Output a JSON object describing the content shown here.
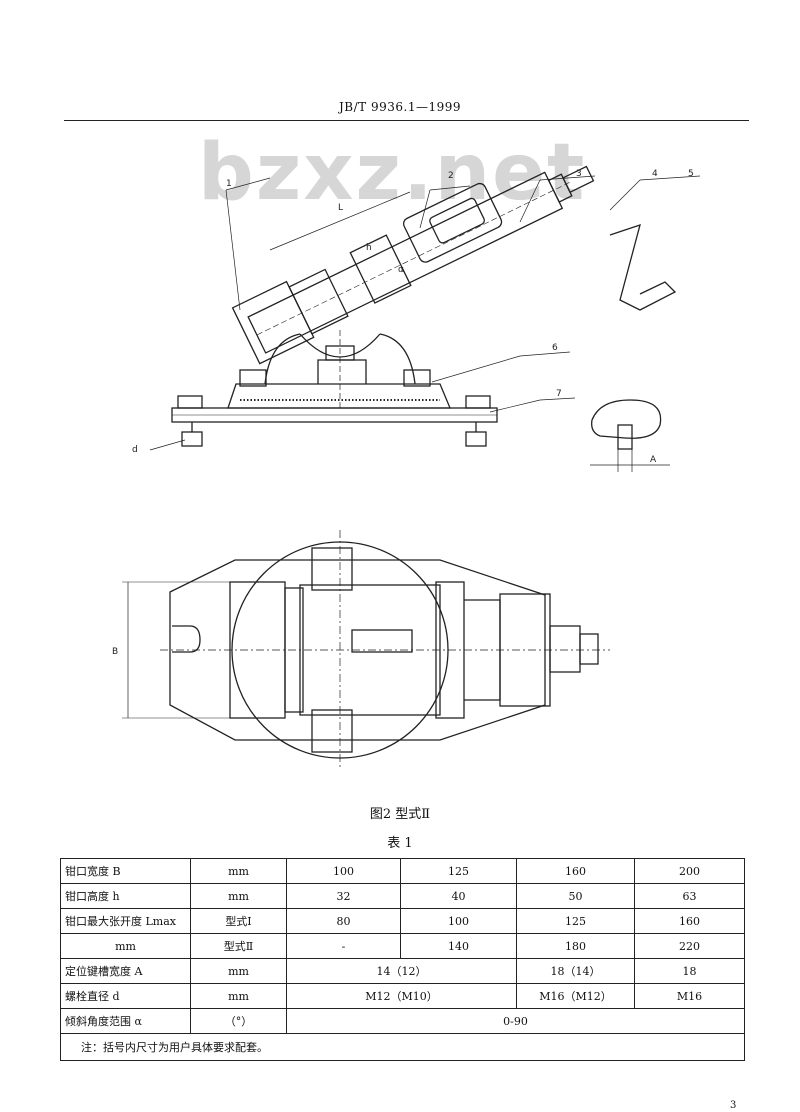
{
  "header": {
    "standard_code": "JB/T 9936.1—1999"
  },
  "watermark": "bzxz.net",
  "figure": {
    "caption": "图2  型式Ⅱ",
    "callouts": [
      "1",
      "2",
      "3",
      "4",
      "5",
      "6",
      "7"
    ],
    "dimension_labels": {
      "L": "L",
      "h": "h",
      "alpha": "α",
      "d": "d",
      "A": "A",
      "B": "B"
    }
  },
  "table": {
    "title": "表 1",
    "rows": {
      "jaw_width": {
        "label": "钳口宽度 B",
        "unit": "mm",
        "values": [
          "100",
          "125",
          "160",
          "200"
        ]
      },
      "jaw_height": {
        "label": "钳口高度 h",
        "unit": "mm",
        "values": [
          "32",
          "40",
          "50",
          "63"
        ]
      },
      "max_opening": {
        "label": "钳口最大张开度 Lmax",
        "unit": "mm",
        "type1": {
          "label": "型式Ⅰ",
          "values": [
            "80",
            "100",
            "125",
            "160"
          ]
        },
        "type2": {
          "label": "型式Ⅱ",
          "values": [
            "-",
            "140",
            "180",
            "220"
          ]
        }
      },
      "key_width": {
        "label": "定位键槽宽度 A",
        "unit": "mm",
        "values": [
          "14（12）",
          "18（14）",
          "18"
        ]
      },
      "bolt_diameter": {
        "label": "螺栓直径 d",
        "unit": "mm",
        "values": [
          "M12（M10）",
          "M16（M12）",
          "M16"
        ]
      },
      "tilt_range": {
        "label": "倾斜角度范围 α",
        "unit": "（°）",
        "value": "0-90"
      }
    },
    "note": "注：括号内尺寸为用户具体要求配套。"
  },
  "page_number": "3"
}
